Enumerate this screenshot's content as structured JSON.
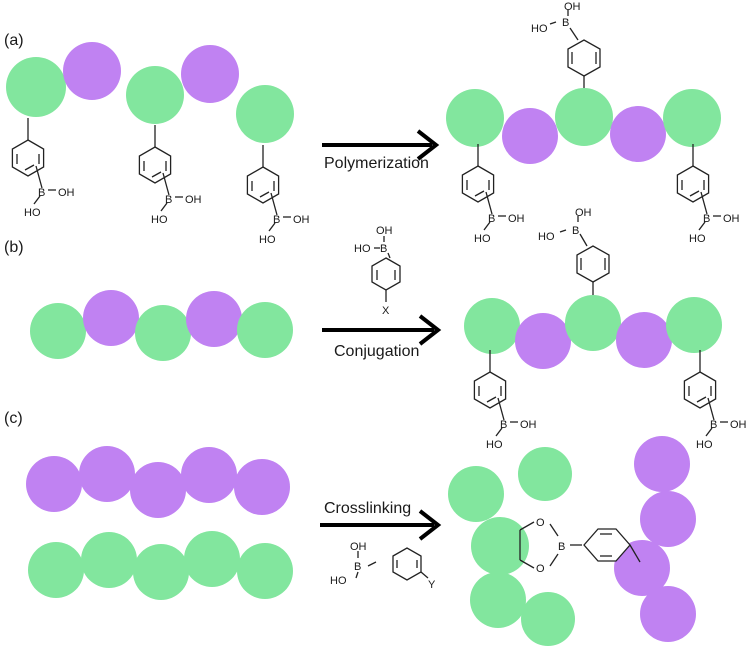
{
  "panels": {
    "a": {
      "label": "(a)",
      "arrow_label": "Polymerization"
    },
    "b": {
      "label": "(b)",
      "arrow_label": "Conjugation"
    },
    "c": {
      "label": "(c)",
      "arrow_label": "Crosslinking"
    }
  },
  "chem": {
    "boron": "B",
    "hydroxyl_right": "OH",
    "hydroxyl_left": "HO",
    "oxygen": "O",
    "x_group": "X",
    "y_group": "Y"
  },
  "colors": {
    "green_monomer": "#82e69e",
    "purple_monomer": "#c082f2",
    "line": "#222222",
    "arrow": "#000000"
  }
}
